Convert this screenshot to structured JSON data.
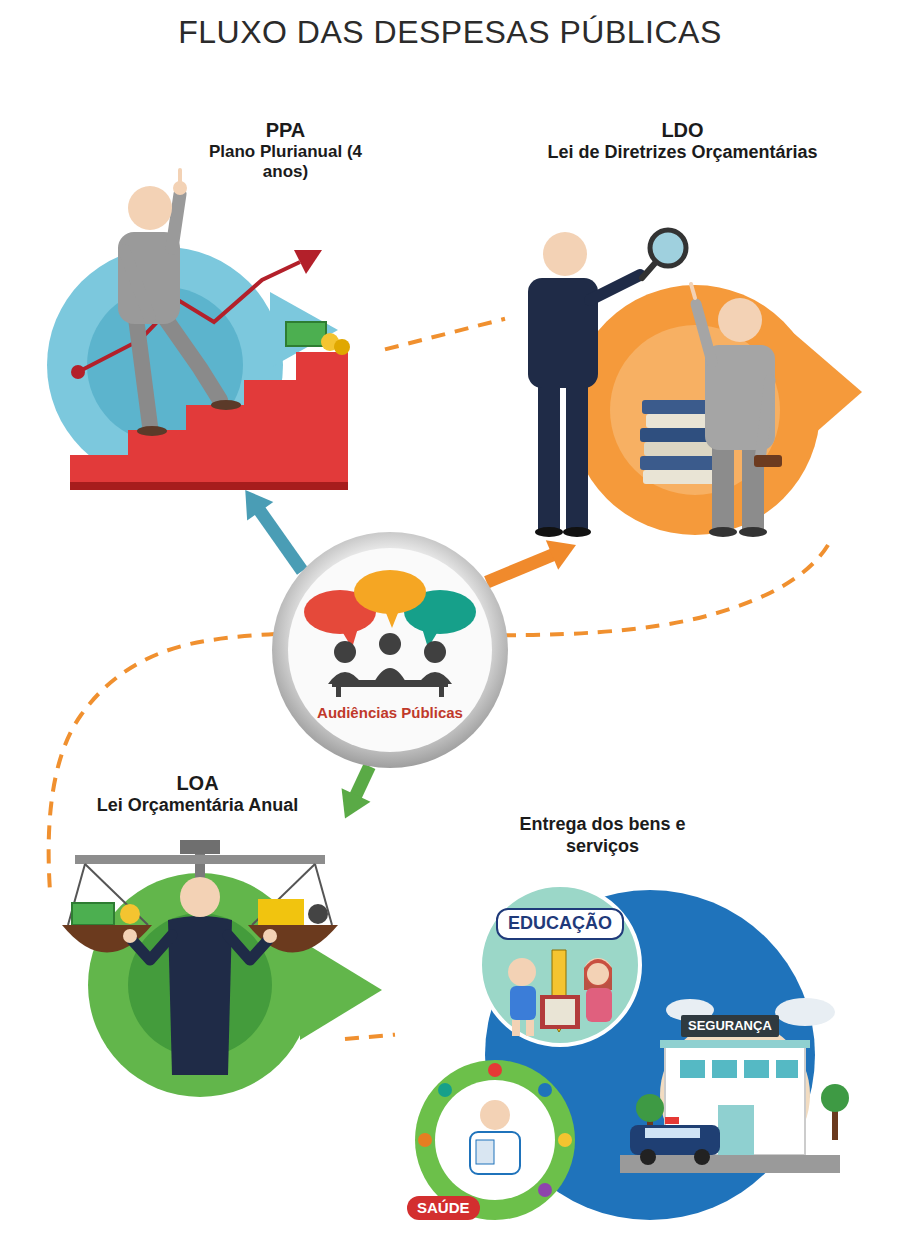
{
  "diagram": {
    "title": "FLUXO DAS DESPESAS PÚBLICAS",
    "nodes": [
      {
        "text": [
          "PPA",
          "Plano Plurianual (4 anos)"
        ]
      },
      {
        "text": [
          "LDO",
          "Lei de Diretrizes Orçamentárias"
        ]
      },
      {
        "text": [
          "Audiências Públicas"
        ]
      },
      {
        "text": [
          "LOA",
          "Lei Orçamentária Anual"
        ]
      },
      {
        "text": [
          "Entrega dos bens e serviços"
        ]
      },
      {
        "text": [
          "EDUCAÇÃO"
        ],
        "in": 4
      },
      {
        "text": [
          "SEGURANÇA"
        ],
        "in": 4
      },
      {
        "text": [
          "SAÚDE"
        ],
        "in": 4
      }
    ],
    "edges": [
      {
        "from": 2,
        "to": 0,
        "arrow": "to"
      },
      {
        "from": 2,
        "to": 1,
        "arrow": "to"
      },
      {
        "from": 2,
        "to": 3,
        "arrow": "to"
      },
      {
        "from": 0,
        "to": 1,
        "arrow": "none"
      },
      {
        "from": 1,
        "to": 3,
        "arrow": "none"
      },
      {
        "from": 3,
        "to": 4,
        "arrow": "none"
      }
    ]
  }
}
